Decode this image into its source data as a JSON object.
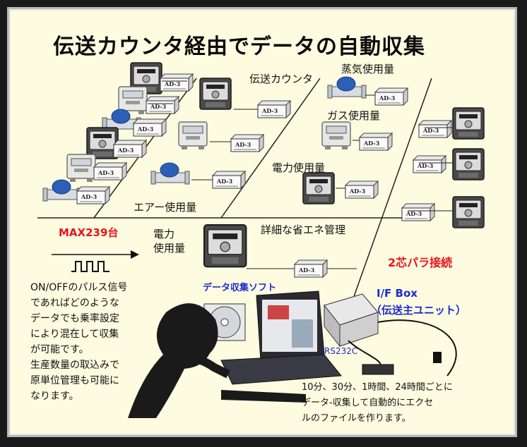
{
  "title": "伝送カウンタ経由でデータの自動収集",
  "labels": {
    "transmission_counter": "伝送カウンタ",
    "steam_usage": "蒸気使用量",
    "gas_usage": "ガス使用量",
    "power_usage_top": "電力使用量",
    "air_usage": "エアー使用量",
    "max_units": "MAX239台",
    "power_usage_lower_1": "電力",
    "power_usage_lower_2": "使用量",
    "detailed_energy": "詳細な省エネ管理",
    "two_wire": "2芯パラ接続",
    "data_software": "データ収集ソフト",
    "if_box": "I/F Box",
    "main_unit": "（伝送主ユニット）",
    "rs232c": "RS232C",
    "ad_label": "AD-3"
  },
  "description_lines": [
    "ON/OFFのパルス信号",
    "であればどのような",
    "データでも乗率設定",
    "により混在して収集",
    "が可能です。",
    "生産数量の取込みで",
    "原単位管理も可能に",
    "なります。"
  ],
  "bottom_lines": [
    "10分、30分、1時間、24時間ごとに",
    "データ-収集して自動的にエクセ",
    "ルのファイルを作ります。"
  ],
  "colors": {
    "panel_bg": "#fdfbe0",
    "accent_red": "#e8141c",
    "accent_blue": "#1c2bd0",
    "meter_blue": "#2b5fb8"
  }
}
